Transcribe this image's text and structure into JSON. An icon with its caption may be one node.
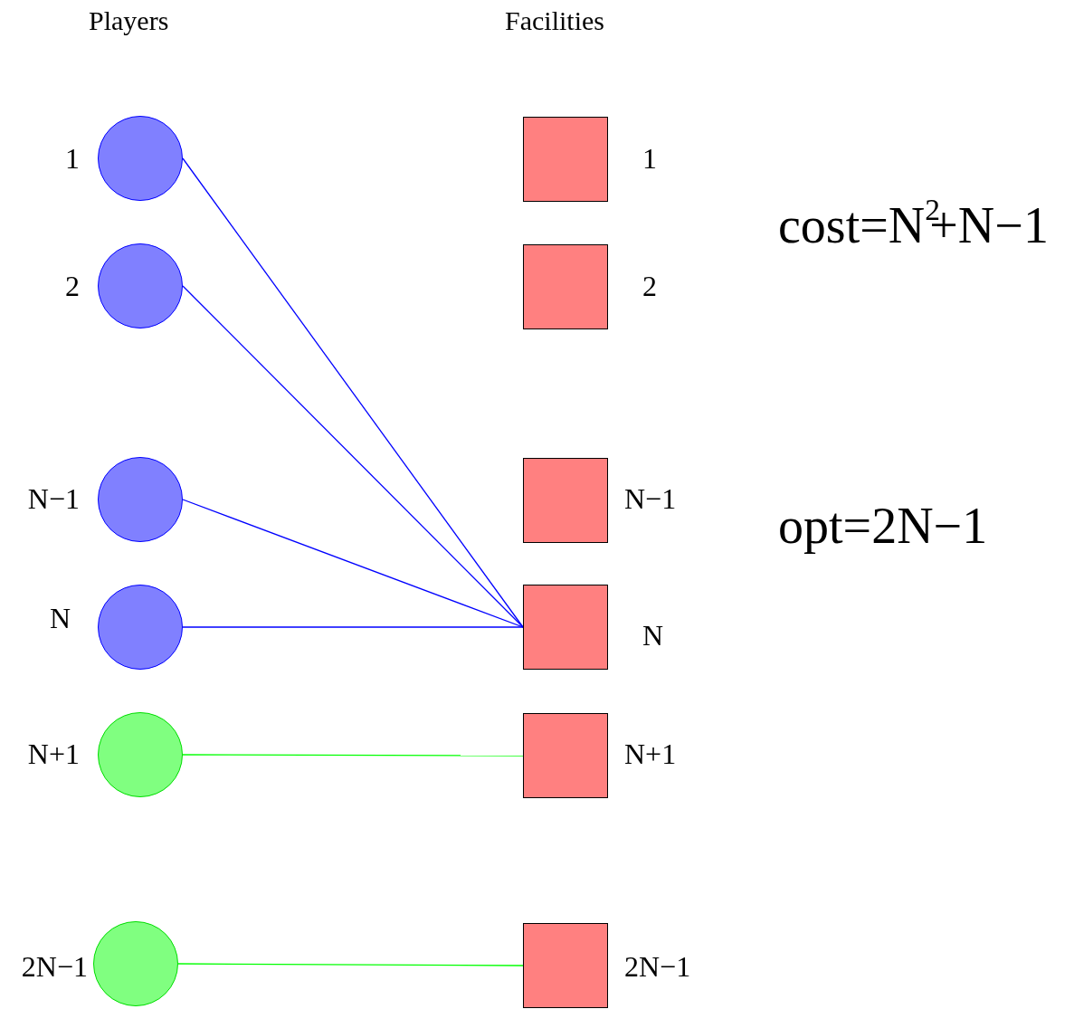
{
  "diagram": {
    "nodes": [
      {
        "text": [],
        "shape": "circle",
        "beside": [
          "1"
        ]
      },
      {
        "text": [],
        "shape": "circle",
        "beside": [
          "2"
        ]
      },
      {
        "text": [],
        "shape": "circle",
        "beside": [
          "N−1"
        ]
      },
      {
        "text": [],
        "shape": "circle",
        "beside": [
          "N"
        ]
      },
      {
        "text": [],
        "shape": "circle",
        "beside": [
          "N+1"
        ]
      },
      {
        "text": [],
        "shape": "circle",
        "beside": [
          "2N−1"
        ]
      },
      {
        "text": [],
        "shape": "box",
        "beside": [
          "1"
        ]
      },
      {
        "text": [],
        "shape": "box",
        "beside": [
          "2"
        ]
      },
      {
        "text": [],
        "shape": "box",
        "beside": [
          "N−1"
        ]
      },
      {
        "text": [],
        "shape": "box",
        "beside": [
          "N"
        ]
      },
      {
        "text": [],
        "shape": "box",
        "beside": [
          "N+1"
        ]
      },
      {
        "text": [],
        "shape": "box",
        "beside": [
          "2N−1"
        ]
      }
    ],
    "edges": [
      {
        "from": 0,
        "to": 9,
        "arrow": "none"
      },
      {
        "from": 1,
        "to": 9,
        "arrow": "none"
      },
      {
        "from": 2,
        "to": 9,
        "arrow": "none"
      },
      {
        "from": 3,
        "to": 9,
        "arrow": "none"
      },
      {
        "from": 4,
        "to": 10,
        "arrow": "none",
        "color": "#00ff00"
      },
      {
        "from": 5,
        "to": 11,
        "arrow": "none",
        "color": "#00ff00"
      }
    ],
    "labels": [
      "Players",
      "Facilities",
      "cost=N$^{2}$+N−1",
      "opt=2N−1"
    ]
  }
}
